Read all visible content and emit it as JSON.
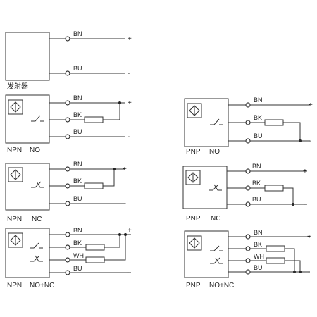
{
  "title": "",
  "emitter": {
    "caption": "发射器",
    "wires": [
      "BN",
      "BU"
    ],
    "polarity": [
      "+",
      "-"
    ]
  },
  "panels": [
    {
      "id": "npn-no",
      "type": "NPN",
      "mode": "NO",
      "wires": [
        "BN",
        "BK",
        "BU"
      ],
      "polarity": [
        "+",
        "-"
      ]
    },
    {
      "id": "pnp-no",
      "type": "PNP",
      "mode": "NO",
      "wires": [
        "BN",
        "BK",
        "BU"
      ],
      "polarity": [
        "+",
        "-"
      ]
    },
    {
      "id": "npn-nc",
      "type": "NPN",
      "mode": "NC",
      "wires": [
        "BN",
        "BK",
        "BU"
      ],
      "polarity": [
        "+",
        "-"
      ]
    },
    {
      "id": "pnp-nc",
      "type": "PNP",
      "mode": "NC",
      "wires": [
        "BN",
        "BK",
        "BU"
      ],
      "polarity": [
        "+",
        "-"
      ]
    },
    {
      "id": "npn-nonc",
      "type": "NPN",
      "mode": "NO+NC",
      "wires": [
        "BN",
        "BK",
        "WH",
        "BU"
      ],
      "polarity": [
        "+",
        "-"
      ]
    },
    {
      "id": "pnp-nonc",
      "type": "PNP",
      "mode": "NO+NC",
      "wires": [
        "BN",
        "BK",
        "WH",
        "BU"
      ],
      "polarity": [
        "+",
        "-"
      ]
    }
  ],
  "icons": {
    "sensor": "diamond-sensor-icon",
    "switch_no": "normally-open-switch-icon",
    "switch_nc": "normally-closed-switch-icon",
    "load": "resistor-icon",
    "terminal": "terminal-circle-icon"
  },
  "colors": {
    "line": "#333333",
    "text": "#222222",
    "background": "#ffffff"
  }
}
